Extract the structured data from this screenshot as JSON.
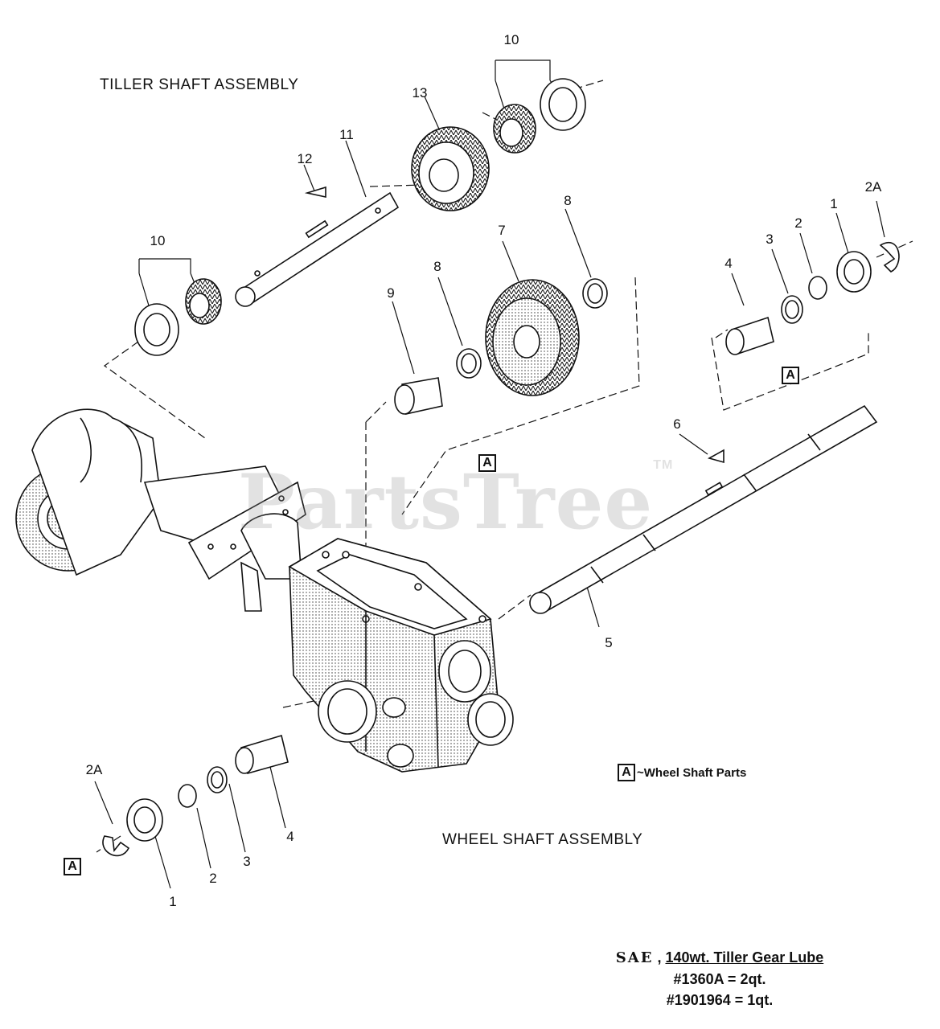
{
  "titles": {
    "tiller": "TILLER SHAFT ASSEMBLY",
    "wheel": "WHEEL SHAFT ASSEMBLY"
  },
  "watermark": {
    "text": "PartsTree",
    "mark": "TM"
  },
  "legend": {
    "box": "A",
    "text": "~Wheel Shaft Parts"
  },
  "lube": {
    "sae": "SAE",
    "product": "140wt. Tiller Gear Lube",
    "line2": "#1360A = 2qt.",
    "line3": "#1901964 = 1qt."
  },
  "callouts": {
    "t10a": "10",
    "t13": "13",
    "t11": "11",
    "t12": "12",
    "t10b": "10",
    "t9": "9",
    "t8a": "8",
    "t7": "7",
    "t8b": "8",
    "w4r": "4",
    "w3r": "3",
    "w2r": "2",
    "w1r": "1",
    "w2Ar": "2A",
    "w6": "6",
    "w5": "5",
    "w2Al": "2A",
    "w1l": "1",
    "w2l": "2",
    "w3l": "3",
    "w4l": "4"
  },
  "boxes": {
    "a1": "A",
    "a2": "A",
    "a3": "A"
  }
}
